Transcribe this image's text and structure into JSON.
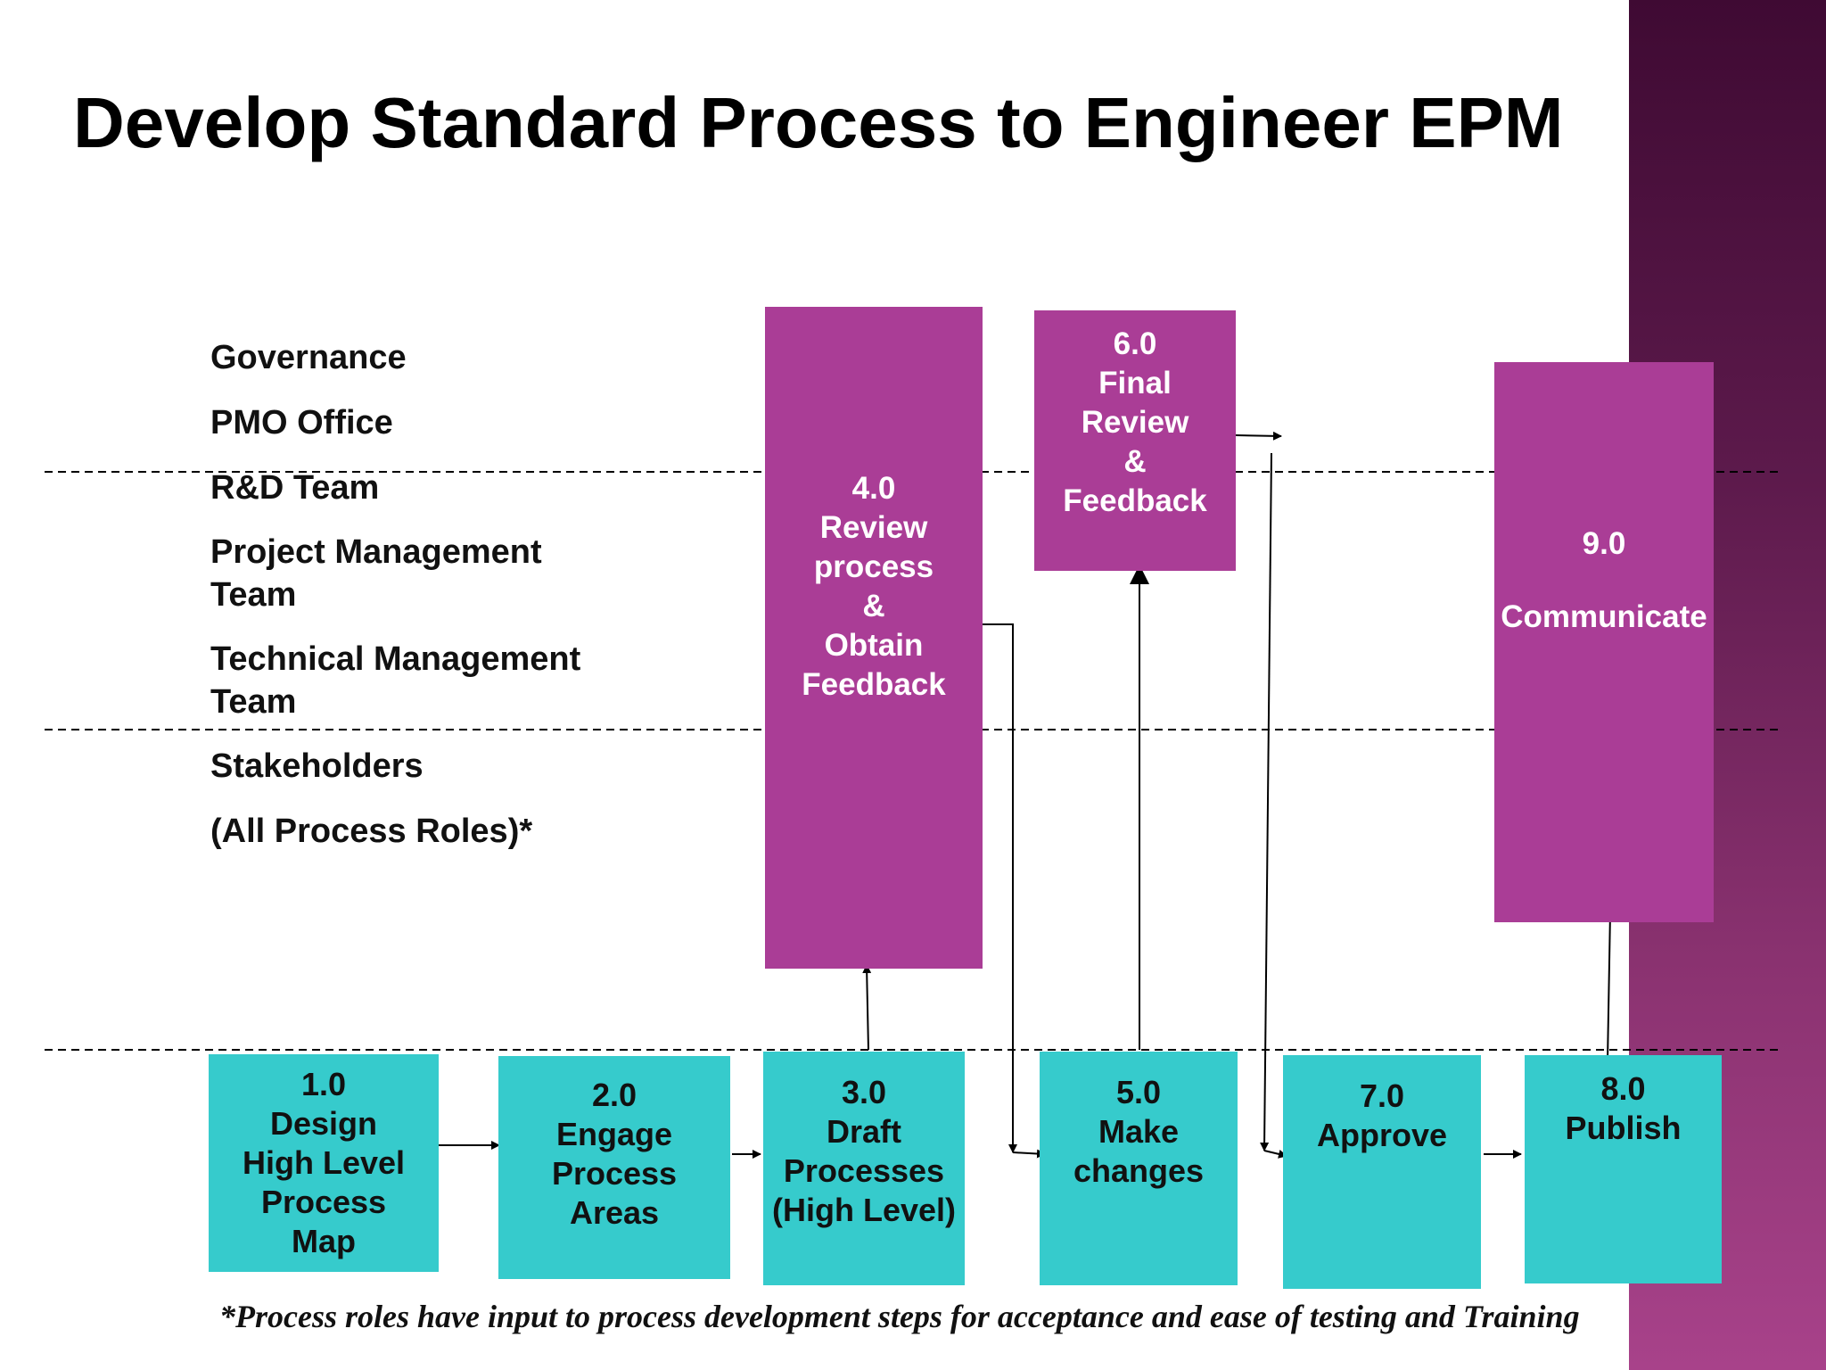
{
  "title": "Develop Standard Process to Engineer EPM",
  "roles": [
    {
      "label": "Governance"
    },
    {
      "label": "PMO Office"
    },
    {
      "label": "R&D Team"
    },
    {
      "label": "Project Management Team",
      "lines": [
        "Project Management",
        "Team"
      ]
    },
    {
      "label": "Technical Management Team",
      "lines": [
        "Technical Management",
        "Team"
      ]
    },
    {
      "label": "Stakeholders"
    },
    {
      "label": "(All Process Roles)*"
    }
  ],
  "process_steps": [
    {
      "id": "1.0",
      "lines": [
        "1.0",
        "Design",
        "High Level",
        "Process",
        "Map"
      ]
    },
    {
      "id": "2.0",
      "lines": [
        "2.0",
        "Engage",
        "Process",
        "Areas"
      ]
    },
    {
      "id": "3.0",
      "lines": [
        "3.0",
        "Draft",
        "Processes",
        "(High Level)"
      ]
    },
    {
      "id": "4.0",
      "lines": [
        "4.0",
        "Review",
        "process",
        "&",
        "Obtain",
        "Feedback"
      ]
    },
    {
      "id": "5.0",
      "lines": [
        "5.0",
        "Make",
        "changes"
      ]
    },
    {
      "id": "6.0",
      "lines": [
        "6.0",
        "Final",
        "Review",
        "&",
        "Feedback"
      ]
    },
    {
      "id": "7.0",
      "lines": [
        "7.0",
        "Approve"
      ]
    },
    {
      "id": "8.0",
      "lines": [
        "8.0",
        "Publish"
      ]
    },
    {
      "id": "9.0",
      "lines": [
        "9.0",
        "",
        "Communicate"
      ]
    }
  ],
  "footnote": "*Process roles have input to process development steps for acceptance and ease of testing and Training",
  "colors": {
    "purple_box": "#aa3d96",
    "teal_box": "#36cbcc",
    "side_band": "#5d1a4c"
  }
}
